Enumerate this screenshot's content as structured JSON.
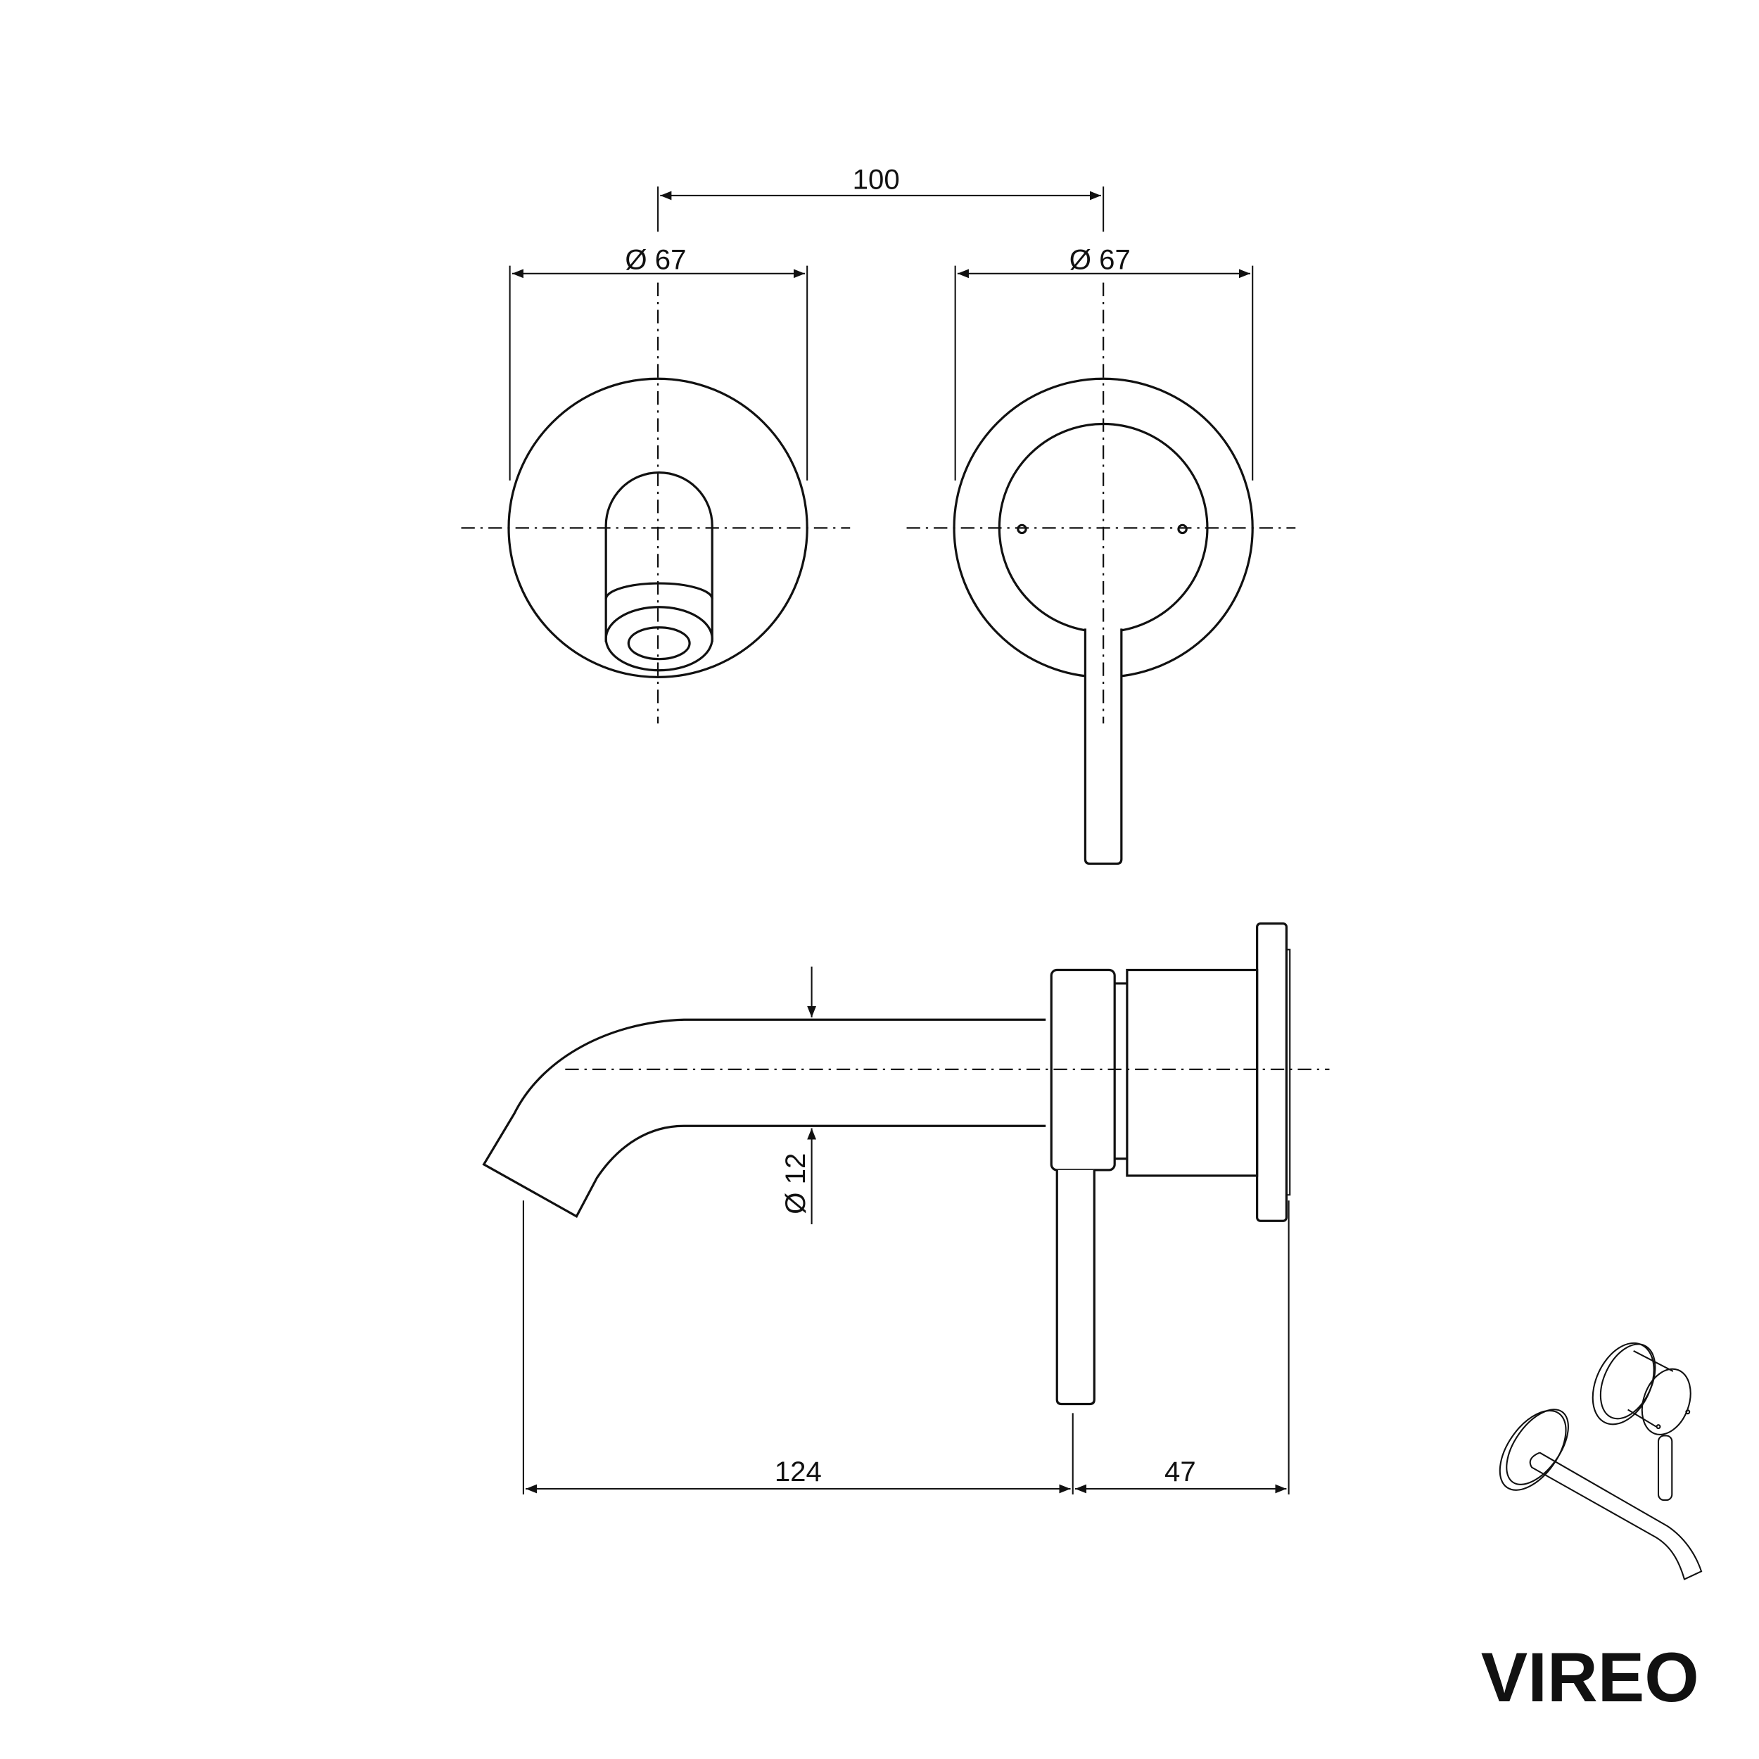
{
  "dimensions": {
    "spacing": "100",
    "spout_plate_diameter": "Ø 67",
    "mixer_plate_diameter": "Ø 67",
    "spout_diameter": "Ø 12",
    "spout_projection": "124",
    "mixer_projection": "47"
  },
  "brand": {
    "logo_text": "VIREO"
  },
  "colors": {
    "line": "#111111",
    "background": "#ffffff"
  }
}
